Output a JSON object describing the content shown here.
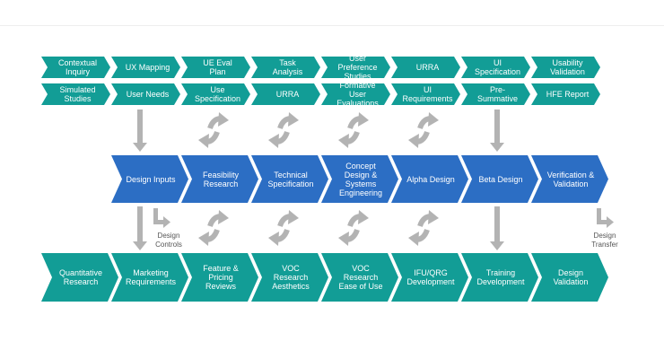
{
  "row1": [
    "Contextual Inquiry",
    "UX Mapping",
    "UE Eval Plan",
    "Task Analysis",
    "User Preference Studies",
    "URRA",
    "UI Specification",
    "Usability Validation"
  ],
  "row2": [
    "Simulated Studies",
    "User Needs",
    "Use Specification",
    "URRA",
    "Formative User Evaluations",
    "UI Requirements",
    "Pre-Summative",
    "HFE Report"
  ],
  "row3": [
    "Design Inputs",
    "Feasibility Research",
    "Technical Specification",
    "Concept Design & Systems Engineering",
    "Alpha Design",
    "Beta Design",
    "Verification & Validation"
  ],
  "row4": [
    "Quantitative Research",
    "Marketing Requirements",
    "Feature & Pricing Reviews",
    "VOC Research Aesthetics",
    "VOC Research Ease of Use",
    "IFU/QRG Development",
    "Training Development",
    "Design Validation"
  ],
  "labels": {
    "design_controls": "Design Controls",
    "design_transfer": "Design Transfer"
  },
  "colors": {
    "teal": "#129d96",
    "blue": "#2c6ec4",
    "arrow_gray": "#b3b3b3"
  }
}
